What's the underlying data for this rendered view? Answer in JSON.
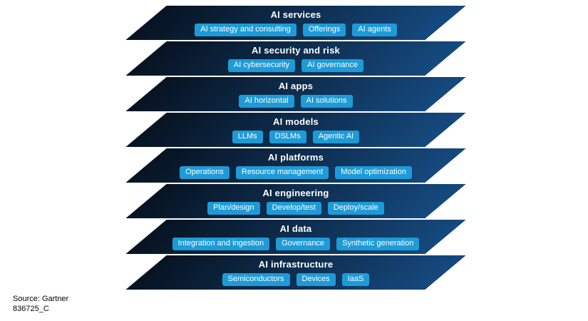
{
  "colors": {
    "layer_gradient_start": "#071322",
    "layer_gradient_end": "#15497e",
    "chip_bg": "#1e9bd7",
    "chip_text": "#ffffff",
    "title_text": "#ffffff"
  },
  "layers": [
    {
      "title": "AI services",
      "chips": [
        "AI strategy and consulting",
        "Offerings",
        "AI agents"
      ]
    },
    {
      "title": "AI security and risk",
      "chips": [
        "AI cybersecurity",
        "AI governance"
      ]
    },
    {
      "title": "AI apps",
      "chips": [
        "AI horizontal",
        "AI solutions"
      ]
    },
    {
      "title": "AI models",
      "chips": [
        "LLMs",
        "DSLMs",
        "Agentic AI"
      ]
    },
    {
      "title": "AI platforms",
      "chips": [
        "Operations",
        "Resource management",
        "Model optimization"
      ]
    },
    {
      "title": "AI engineering",
      "chips": [
        "Plan/design",
        "Develop/test",
        "Deploy/scale"
      ]
    },
    {
      "title": "AI data",
      "chips": [
        "Integration and ingestion",
        "Governance",
        "Synthetic generation"
      ]
    },
    {
      "title": "AI infrastructure",
      "chips": [
        "Semiconductors",
        "Devices",
        "IaaS"
      ]
    }
  ],
  "footer": {
    "source": "Source: Gartner",
    "id": "836725_C"
  }
}
